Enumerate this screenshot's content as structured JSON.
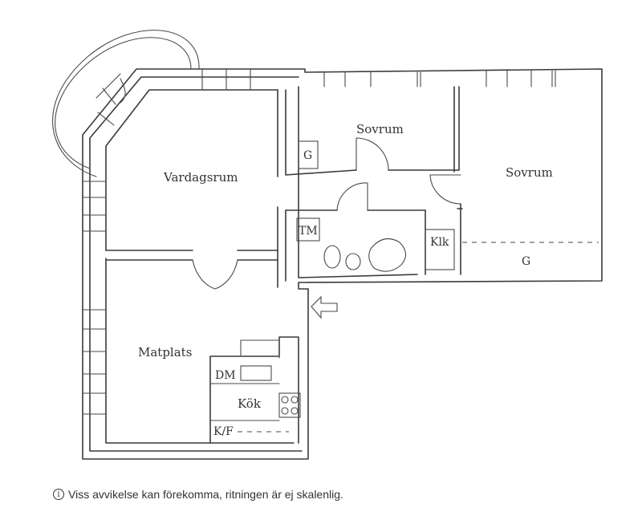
{
  "rooms": {
    "vardagsrum": "Vardagsrum",
    "sovrum_1": "Sovrum",
    "sovrum_2": "Sovrum",
    "matplats": "Matplats",
    "kok": "Kök"
  },
  "fixtures": {
    "garderob_1": "G",
    "garderob_2": "G",
    "tm": "TM",
    "klk": "Klk",
    "dm": "DM",
    "kf": "K/F"
  },
  "footer": {
    "icon": "info-circle-icon",
    "note": "Viss avvikelse kan förekomma, ritningen är ej skalenlig."
  }
}
